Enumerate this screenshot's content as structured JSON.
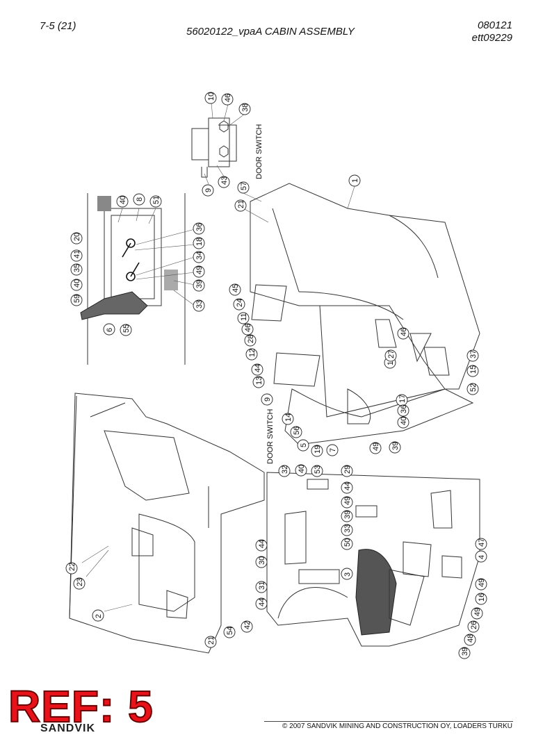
{
  "header": {
    "page_number": "7-5 (21)",
    "title": "56020122_vpaA CABIN ASSEMBLY",
    "date": "080121",
    "code": "ett09229"
  },
  "diagram": {
    "labels": {
      "door_switch_top": "DOOR SWITCH",
      "door_switch_mid": "DOOR SWITCH"
    },
    "callouts": [
      "10",
      "46",
      "38",
      "9",
      "43",
      "1",
      "57",
      "21",
      "40",
      "8",
      "51",
      "20",
      "36",
      "18",
      "41",
      "35",
      "34",
      "49",
      "40",
      "39",
      "59",
      "33",
      "6",
      "55",
      "45",
      "24",
      "11",
      "46",
      "28",
      "12",
      "44",
      "13",
      "9",
      "14",
      "56",
      "5",
      "19",
      "7",
      "17",
      "36",
      "40",
      "49",
      "39",
      "12",
      "27",
      "46",
      "37",
      "15",
      "52",
      "22",
      "23",
      "2",
      "21",
      "54",
      "42",
      "32",
      "40",
      "53",
      "29",
      "44",
      "49",
      "39",
      "33",
      "50",
      "44",
      "30",
      "31",
      "44",
      "3",
      "47",
      "4",
      "49",
      "16",
      "49",
      "26",
      "48",
      "39"
    ]
  },
  "stamp": {
    "text": "REF: 5"
  },
  "logo_fragment": "SANDVIK",
  "footer": {
    "copyright": "© 2007 SANDVIK MINING AND CONSTRUCTION OY, LOADERS TURKU"
  }
}
